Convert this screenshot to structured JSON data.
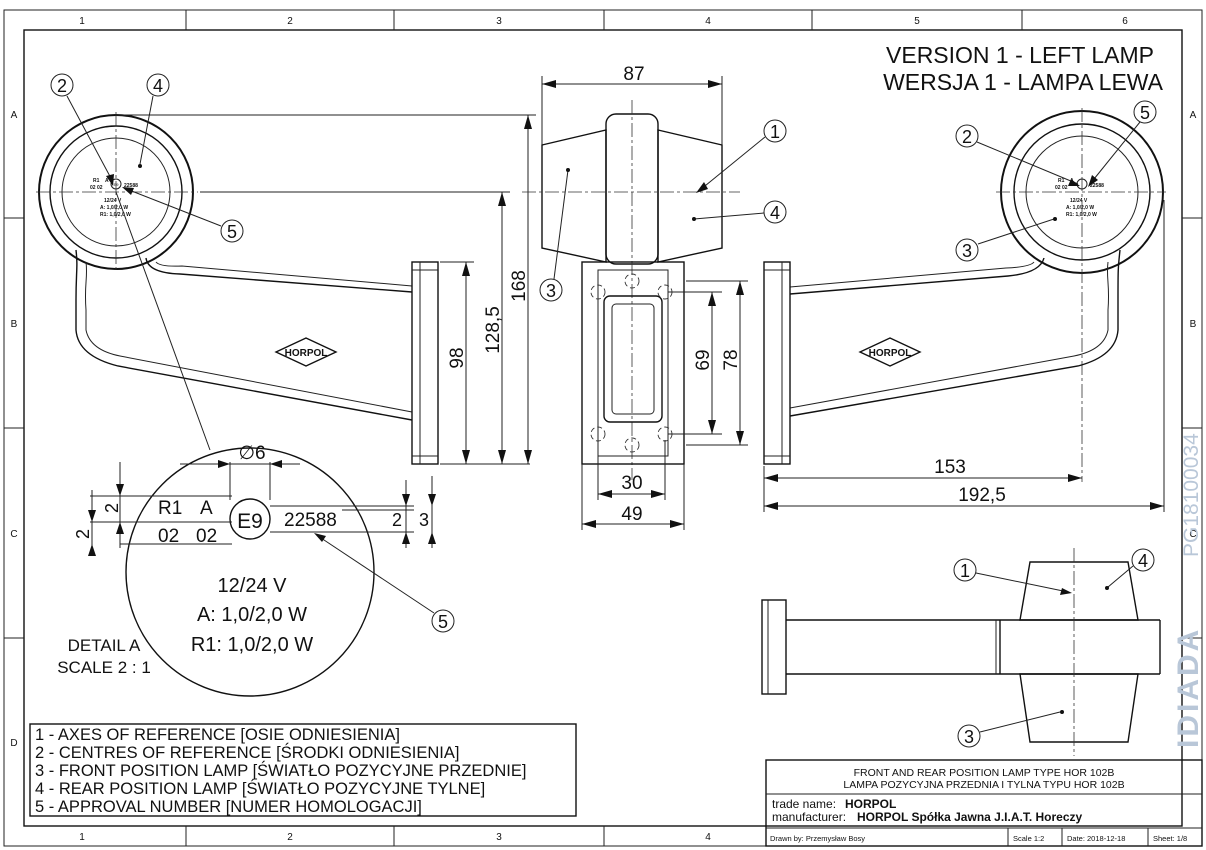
{
  "frame": {
    "columns_top": [
      "1",
      "2",
      "3",
      "4",
      "5",
      "6"
    ],
    "columns_bottom": [
      "1",
      "2",
      "3",
      "4"
    ],
    "rows_left": [
      "A",
      "B",
      "C",
      "D"
    ],
    "rows_right": [
      "A",
      "B",
      "C"
    ]
  },
  "heading": {
    "line1": "VERSION 1 - LEFT LAMP",
    "line2": "WERSJA 1 - LAMPA LEWA"
  },
  "dimensions": {
    "width_87": "87",
    "height_168": "168",
    "height_128_5": "128,5",
    "height_98": "98",
    "height_78": "78",
    "height_69": "69",
    "width_30": "30",
    "width_49": "49",
    "length_153": "153",
    "length_192_5": "192,5",
    "diameter_6": "∅6"
  },
  "callouts": [
    "1",
    "2",
    "3",
    "4",
    "5"
  ],
  "lamp_marking": {
    "r1": "R1",
    "a": "A",
    "row2_left": "02",
    "row2_right": "02",
    "e_mark": "E9",
    "approval": "22588",
    "voltage": "12/24 V",
    "power_a": "A: 1,0/2,0 W",
    "power_r1": "R1: 1,0/2,0 W"
  },
  "small_marking": {
    "r1": "R1",
    "a": "A",
    "row2": "02 02",
    "approval": "22588",
    "voltage": "12/24 V",
    "power_a": "A: 1,0/2,0 W",
    "power_r1": "R1: 1,0/2,0 W"
  },
  "detail_dims": {
    "d2a": "2",
    "d2b": "2",
    "d2c": "2",
    "d3": "3"
  },
  "brand_logo": "HORPOL",
  "detail": {
    "title": "DETAIL A",
    "scale": "SCALE 2 : 1"
  },
  "legend": [
    "1 - AXES OF REFERENCE [OSIE ODNIESIENIA]",
    "2 - CENTRES OF REFERENCE [ŚRODKI ODNIESIENIA]",
    "3 - FRONT POSITION LAMP [ŚWIATŁO POZYCYJNE PRZEDNIE]",
    "4 - REAR POSITION LAMP [ŚWIATŁO POZYCYJNE TYLNE]",
    "5 - APPROVAL NUMBER [NUMER HOMOLOGACJI]"
  ],
  "title_block": {
    "title_en": "FRONT AND REAR POSITION LAMP TYPE HOR 102B",
    "title_pl": "LAMPA POZYCYJNA PRZEDNIA I TYLNA TYPU HOR 102B",
    "trade_name_label": "trade name:",
    "trade_name": "HORPOL",
    "manufacturer_label": "manufacturer:",
    "manufacturer": "HORPOL Spółka Jawna  J.I.A.T. Horeczy",
    "drawn_by": "Drawn by:  Przemysław Bosy",
    "scale": "Scale  1:2",
    "date": "Date: 2018-12-18",
    "sheet": "Sheet: 1/8"
  },
  "watermark": {
    "brand": "IDIADA",
    "code": "PG18100034"
  }
}
